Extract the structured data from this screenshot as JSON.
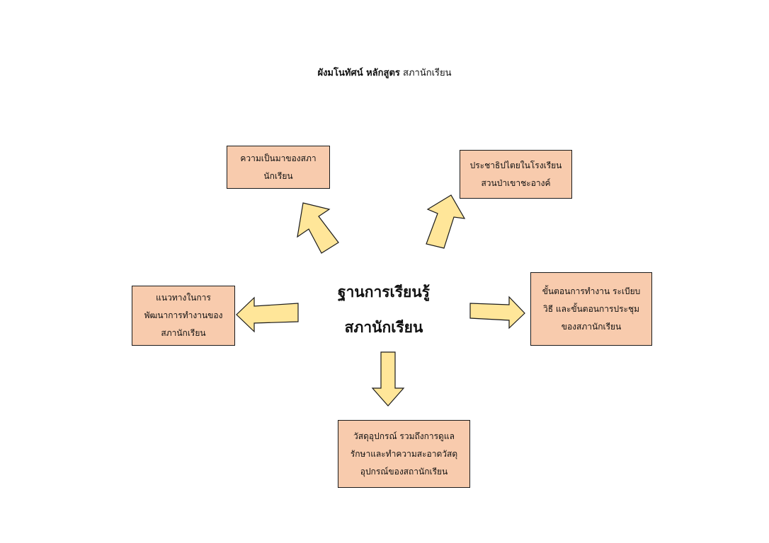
{
  "title": {
    "bold_part": "ผังมโนทัศน์ หลักสูตร",
    "regular_part": "สภานักเรียน"
  },
  "center": {
    "text": "ฐานการเรียนรู้\nสภานักเรียน"
  },
  "nodes": {
    "history": "ความเป็นมาของสภา\nนักเรียน",
    "democracy": "ประชาธิปไตยในโรงเรียน\nสวนป่าเขาชะอางค์",
    "guidelines": "แนวทางในการ\nพัฒนาการทำงานของ\nสภานักเรียน",
    "procedures": "ขั้นตอนการทำงาน ระเบียบ\nวิธี และขั้นตอนการประชุม\nของสภานักเรียน",
    "materials": "วัสดุอุปกรณ์ รวมถึงการดูแล\nรักษาและทำความสะอาดวัสดุ\nอุปกรณ์ของสถานักเรียน"
  },
  "colors": {
    "box_fill": "#f8cbad",
    "arrow_fill": "#ffe699",
    "outline": "#1a1a1a"
  }
}
